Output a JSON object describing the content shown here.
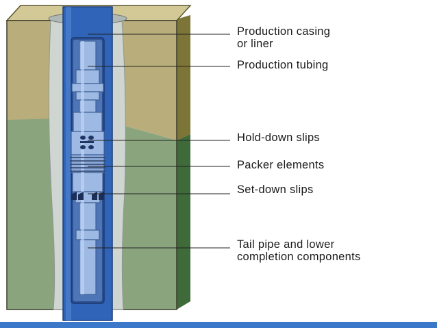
{
  "labels": {
    "production_casing": [
      "Production casing",
      "or liner"
    ],
    "production_tubing": "Production tubing",
    "hold_down_slips": "Hold-down slips",
    "packer_elements": "Packer elements",
    "set_down_slips": "Set-down slips",
    "tail_pipe": [
      "Tail pipe and lower",
      "completion components"
    ]
  },
  "colors": {
    "upper_formation": "#b9ad7b",
    "lower_formation": "#8aa57e",
    "cement": "#cdd3cf",
    "casing": "#2f64b8",
    "tubing": "#8fb0df",
    "bottom_bar": "#3b78c9"
  }
}
